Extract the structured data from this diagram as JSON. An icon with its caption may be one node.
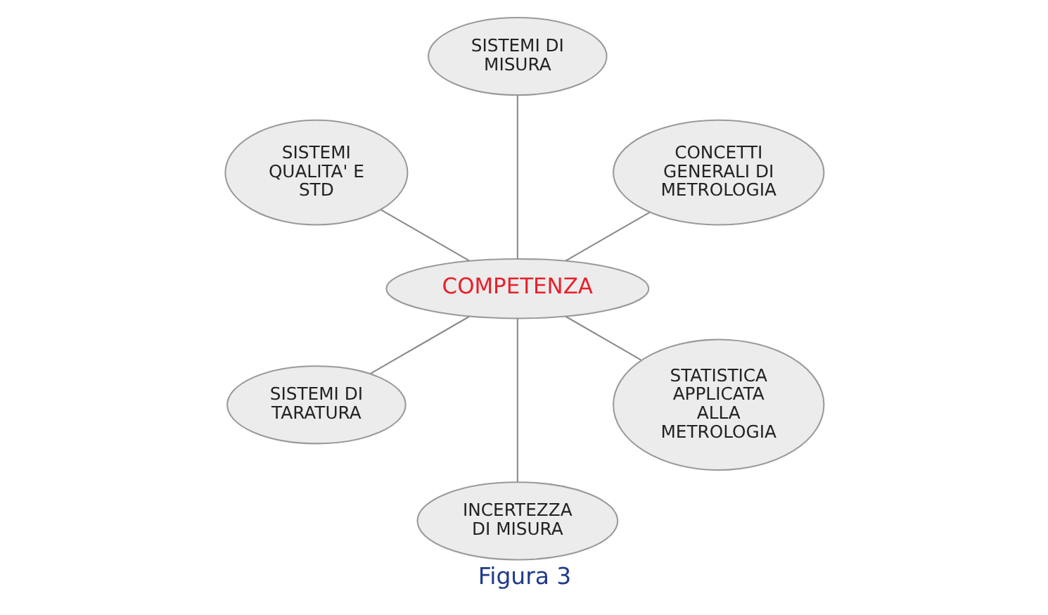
{
  "diagram": {
    "caption": "Figura 3",
    "nodes": [
      {
        "text": [
          "COMPETENZA"
        ]
      },
      {
        "text": [
          "CONCETTI GENERALI DI METROLOGIA"
        ]
      },
      {
        "text": [
          "SISTEMI DI MISURA"
        ]
      },
      {
        "text": [
          "SISTEMI QUALITA' E STD"
        ]
      },
      {
        "text": [
          "SISTEMI DI TARATURA"
        ]
      },
      {
        "text": [
          "INCERTEZZA DI MISURA"
        ]
      },
      {
        "text": [
          "STATISTICA APPLICATA ALLA METROLOGIA"
        ]
      }
    ],
    "edges": [
      {
        "from": 0,
        "to": 1,
        "arrow": "none"
      },
      {
        "from": 0,
        "to": 2,
        "arrow": "none"
      },
      {
        "from": 0,
        "to": 3,
        "arrow": "none"
      },
      {
        "from": 0,
        "to": 4,
        "arrow": "none"
      },
      {
        "from": 0,
        "to": 5,
        "arrow": "none"
      },
      {
        "from": 0,
        "to": 6,
        "arrow": "none"
      }
    ]
  }
}
